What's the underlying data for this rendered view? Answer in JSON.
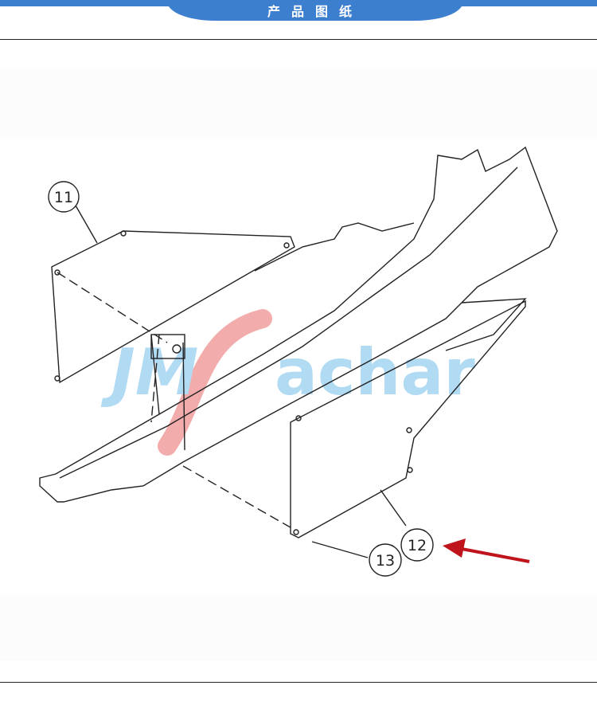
{
  "header": {
    "title": "产品图纸"
  },
  "drawing": {
    "callouts": [
      "11",
      "12",
      "13"
    ],
    "watermark": "JMSachar",
    "colors": {
      "header": "#3d7fcf",
      "arrow": "#c0141c",
      "watermark_blue": "#a9d6f2",
      "watermark_red": "#f2a4a4"
    }
  }
}
